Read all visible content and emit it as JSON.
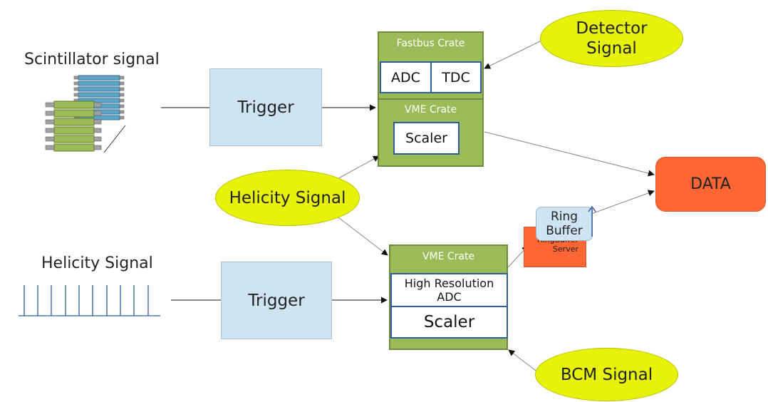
{
  "labels": {
    "scintillator_signal": "Scintillator signal",
    "helicity_signal_left": "Helicity Signal"
  },
  "trigger_boxes": {
    "top": "Trigger",
    "bottom": "Trigger"
  },
  "fastbus_crate": {
    "title": "Fastbus Crate",
    "adc": "ADC",
    "tdc": "TDC"
  },
  "vme_crate_top": {
    "title": "VME Crate",
    "scaler": "Scaler"
  },
  "vme_crate_bottom": {
    "title": "VME Crate",
    "adc_line1": "High Resolution",
    "adc_line2": "ADC",
    "scaler": "Scaler"
  },
  "ellipses": {
    "detector_line1": "Detector",
    "detector_line2": "Signal",
    "helicity": "Helicity Signal",
    "bcm": "BCM Signal"
  },
  "data_box": "DATA",
  "ring_buffer": {
    "line1": "Ring",
    "line2": "Buffer"
  },
  "ringbuffer_server": {
    "line1": "RingBuffer",
    "line2": "Server"
  },
  "colors": {
    "trigger_fill": "#cfe4f2",
    "crate_green": "#9bbb59",
    "cell_border": "#2e5c9e",
    "ellipse_yellow": "#e6f207",
    "data_orange": "#ff6633"
  }
}
